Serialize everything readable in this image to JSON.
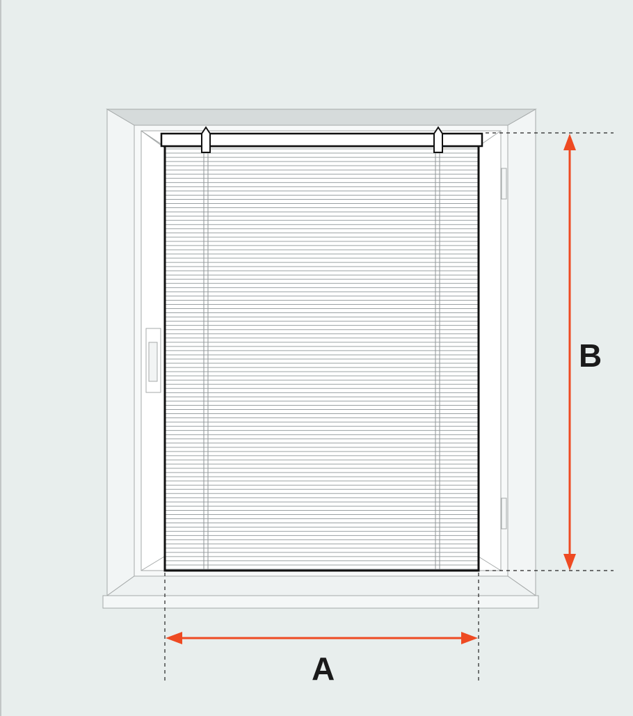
{
  "diagram": {
    "width_label": "A",
    "height_label": "B",
    "slat_count": 100
  },
  "colors": {
    "background": "#e8eeed",
    "wall_line": "#9a9a9a",
    "frame_fill": "#f3f6f6",
    "blind_outline": "#111111",
    "slat_line": "#9aa0a2",
    "arrow": "#ee4a22",
    "dash": "#222222"
  }
}
